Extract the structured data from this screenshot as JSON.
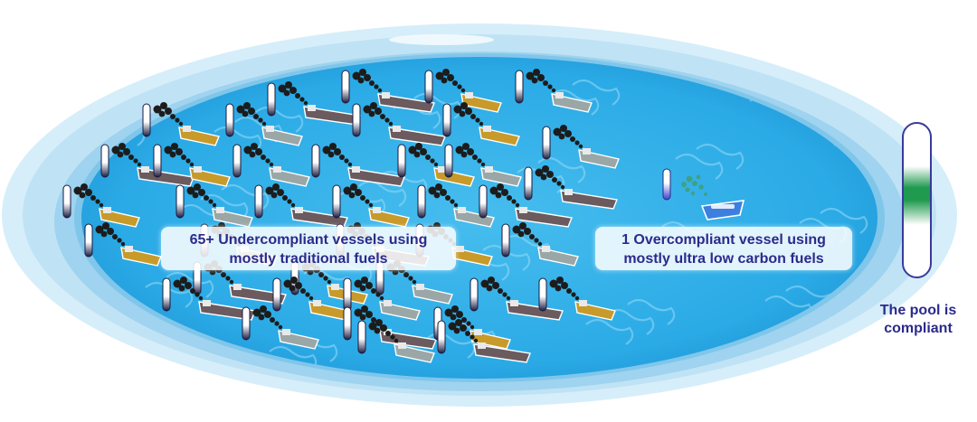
{
  "callouts": {
    "undercompliant": [
      "65+ Undercompliant vessels using",
      "mostly traditional fuels"
    ],
    "overcompliant": [
      "1 Overcompliant vessel using",
      "mostly ultra low carbon fuels"
    ]
  },
  "pool_status": [
    "The pool is",
    "compliant"
  ],
  "colors": {
    "text": "#2b2a8c",
    "water": "#3cb4ea",
    "pool_rim": "#c9e8f7",
    "gauge_outline": "#3a3a9a",
    "gauge_fill": "#1f9a4e",
    "tanker": "#6b5a5e",
    "container_ship": "#c89a2a",
    "gas_carrier": "#9aa7a6",
    "green_ship": "#3d7fe0"
  },
  "icons": [
    "pool-icon",
    "ship-icon",
    "smoke-icon",
    "compliance-gauge-icon"
  ]
}
